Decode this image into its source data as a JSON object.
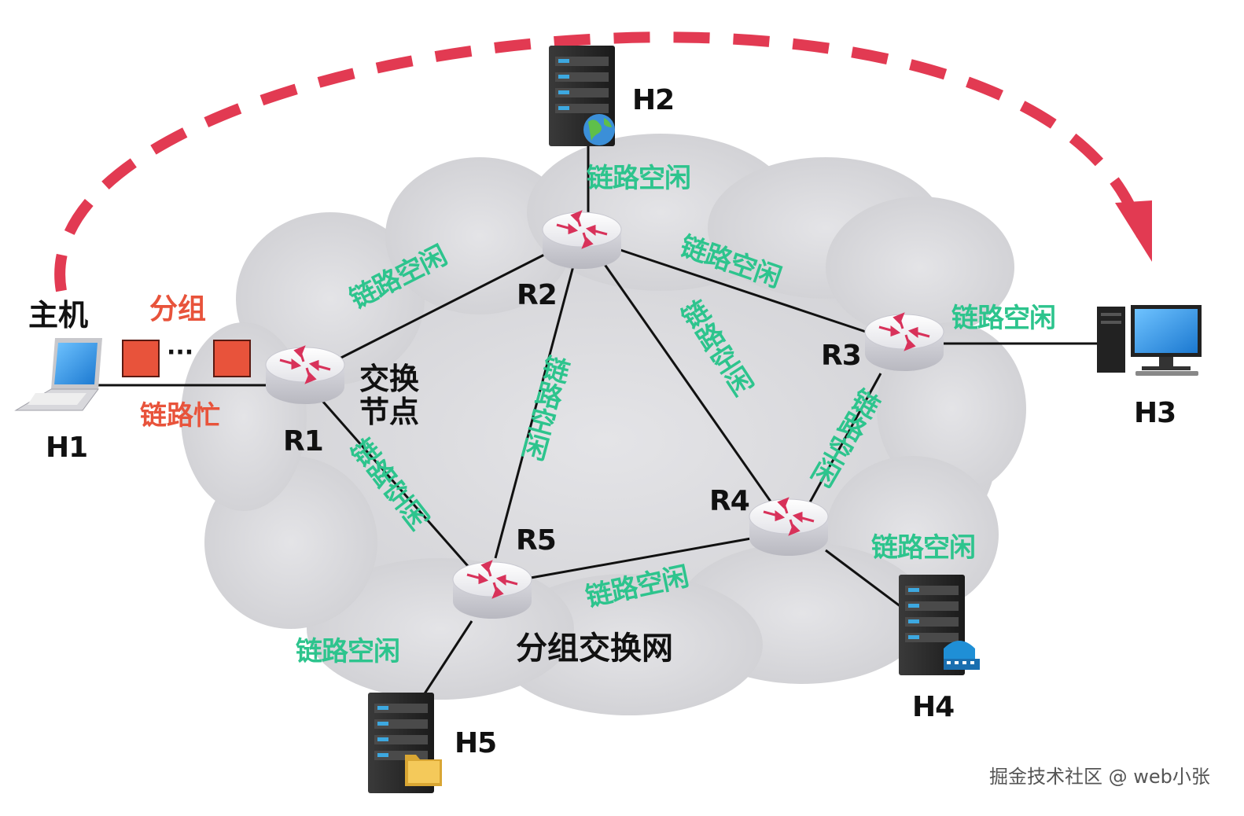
{
  "colors": {
    "cloud": "#d6d6d9",
    "link": "#111111",
    "free": "#2dc48d",
    "busy": "#e8533b",
    "arrow": "#e23a52",
    "packet": "#e8533b"
  },
  "hosts": {
    "h1": {
      "label": "H1",
      "title": "主机",
      "icon": "laptop-icon"
    },
    "h2": {
      "label": "H2",
      "icon": "web-server-icon"
    },
    "h3": {
      "label": "H3",
      "icon": "desktop-computer-icon"
    },
    "h4": {
      "label": "H4",
      "icon": "video-server-icon"
    },
    "h5": {
      "label": "H5",
      "icon": "file-server-icon"
    }
  },
  "routers": {
    "r1": {
      "label": "R1",
      "annotation": "交换\n节点",
      "icon": "router-icon"
    },
    "r2": {
      "label": "R2",
      "icon": "router-icon"
    },
    "r3": {
      "label": "R3",
      "icon": "router-icon"
    },
    "r4": {
      "label": "R4",
      "icon": "router-icon"
    },
    "r5": {
      "label": "R5",
      "icon": "router-icon"
    }
  },
  "packets": {
    "label": "分组",
    "ellipsis": "···"
  },
  "network": {
    "label": "分组交换网"
  },
  "links": {
    "h1_r1": "链路忙",
    "h2_r2": "链路空闲",
    "r1_r2": "链路空闲",
    "r2_r3": "链路空闲",
    "r3_h3": "链路空闲",
    "r2_r5": "链路空闲",
    "r2_r4": "链路空闲",
    "r3_r4": "链路空闲",
    "r1_r5": "链路空闲",
    "r4_h4": "链路空闲",
    "r4_r5": "链路空闲",
    "r5_h5": "链路空闲"
  },
  "watermark": "掘金技术社区 @ web小张"
}
